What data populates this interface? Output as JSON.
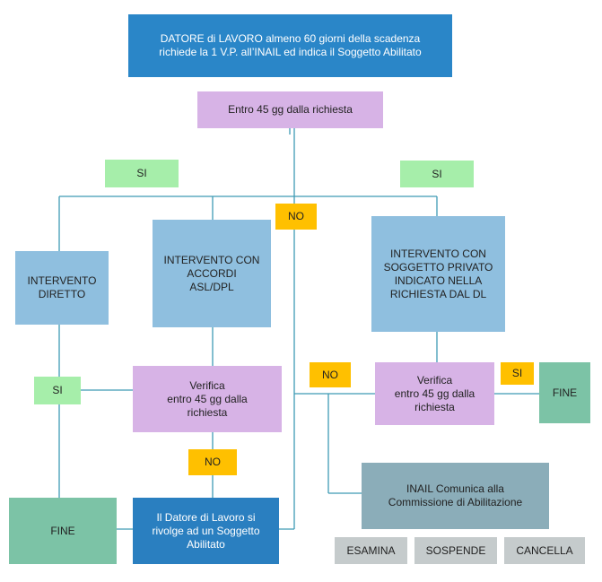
{
  "diagram": {
    "start": "DATORE di LAVORO almeno 60 giorni della scadenza\nrichiede la 1 V.P. all’INAIL ed indica il Soggetto Abilitato",
    "entro": "Entro 45 gg dalla richiesta",
    "si_left": "SI",
    "si_right": "SI",
    "no_center": "NO",
    "intervento_diretto": "INTERVENTO\nDIRETTO",
    "intervento_asl": "INTERVENTO CON\nACCORDI\nASL/DPL",
    "intervento_privato": "INTERVENTO CON\nSOGGETTO PRIVATO\nINDICATO NELLA\nRICHIESTA DAL DL",
    "si_left_lower": "SI",
    "verifica_left": "Verifica\nentro 45 gg dalla\nrichiesta",
    "no_mid": "NO",
    "verifica_right": "Verifica\nentro 45 gg dalla\nrichiesta",
    "si_right_lower": "SI",
    "fine_right": "FINE",
    "no_lower": "NO",
    "inail": "INAIL Comunica alla\nCommissione di Abilitazione",
    "fine_left": "FINE",
    "datore_rivolge": "Il Datore di Lavoro si\nrivolge ad un Soggetto\nAbilitato",
    "esamina": "ESAMINA",
    "sospende": "SOSPENDE",
    "cancella": "CANCELLA"
  }
}
